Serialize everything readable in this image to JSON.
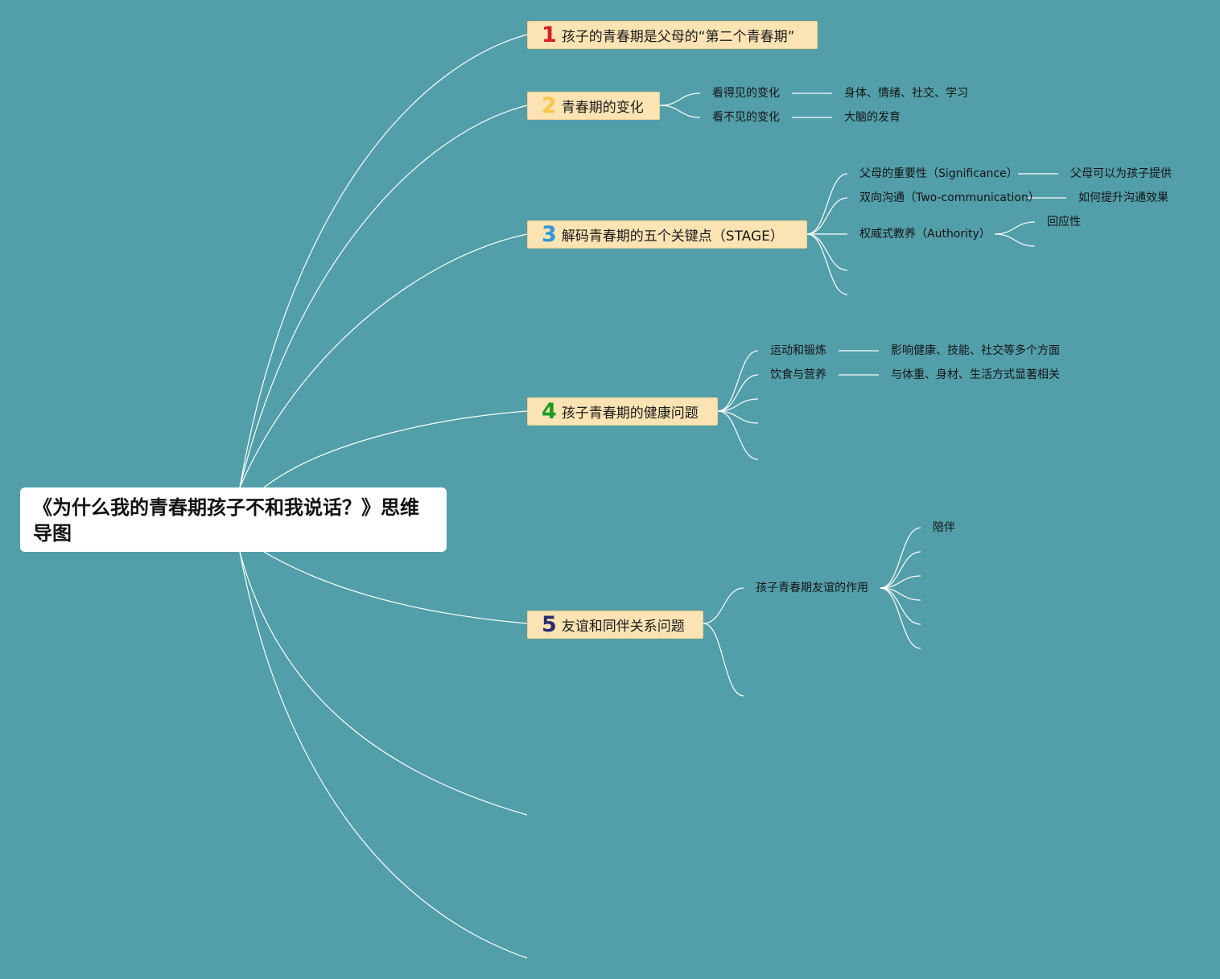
{
  "root": {
    "title": "《为什么我的青春期孩子不和我说话？》思维导图"
  },
  "branches": [
    {
      "number": "1",
      "number_color": "#d81e2b",
      "label": "孩子的青春期是父母的“第二个青春期”"
    },
    {
      "number": "2",
      "number_color": "#f5c84a",
      "label": "青春期的变化",
      "children": [
        {
          "label": "看得见的变化",
          "detail": "身体、情绪、社交、学习"
        },
        {
          "label": "看不见的变化",
          "detail": "大脑的发育"
        }
      ]
    },
    {
      "number": "3",
      "number_color": "#2f97d6",
      "label": "解码青春期的五个关键点（STAGE）",
      "children": [
        {
          "label": "父母的重要性（Significance）",
          "detail": "父母可以为孩子提供"
        },
        {
          "label": "双向沟通（Two-communication）",
          "detail": "如何提升沟通效果"
        },
        {
          "label": "权威式教养（Authority）",
          "detail": "回应性"
        }
      ]
    },
    {
      "number": "4",
      "number_color": "#1e9b23",
      "label": "孩子青春期的健康问题",
      "children": [
        {
          "label": "运动和锻炼",
          "detail": "影响健康、技能、社交等多个方面"
        },
        {
          "label": "饮食与营养",
          "detail": "与体重、身材、生活方式显著相关"
        }
      ]
    },
    {
      "number": "5",
      "number_color": "#2a2d6e",
      "label": "友谊和同伴关系问题",
      "children": [
        {
          "label": "孩子青春期友谊的作用",
          "detail": "陪伴"
        }
      ]
    }
  ],
  "colors": {
    "background": "#529ea9",
    "branch_fill": "#fbe3b4",
    "connector": "#ffffff"
  }
}
